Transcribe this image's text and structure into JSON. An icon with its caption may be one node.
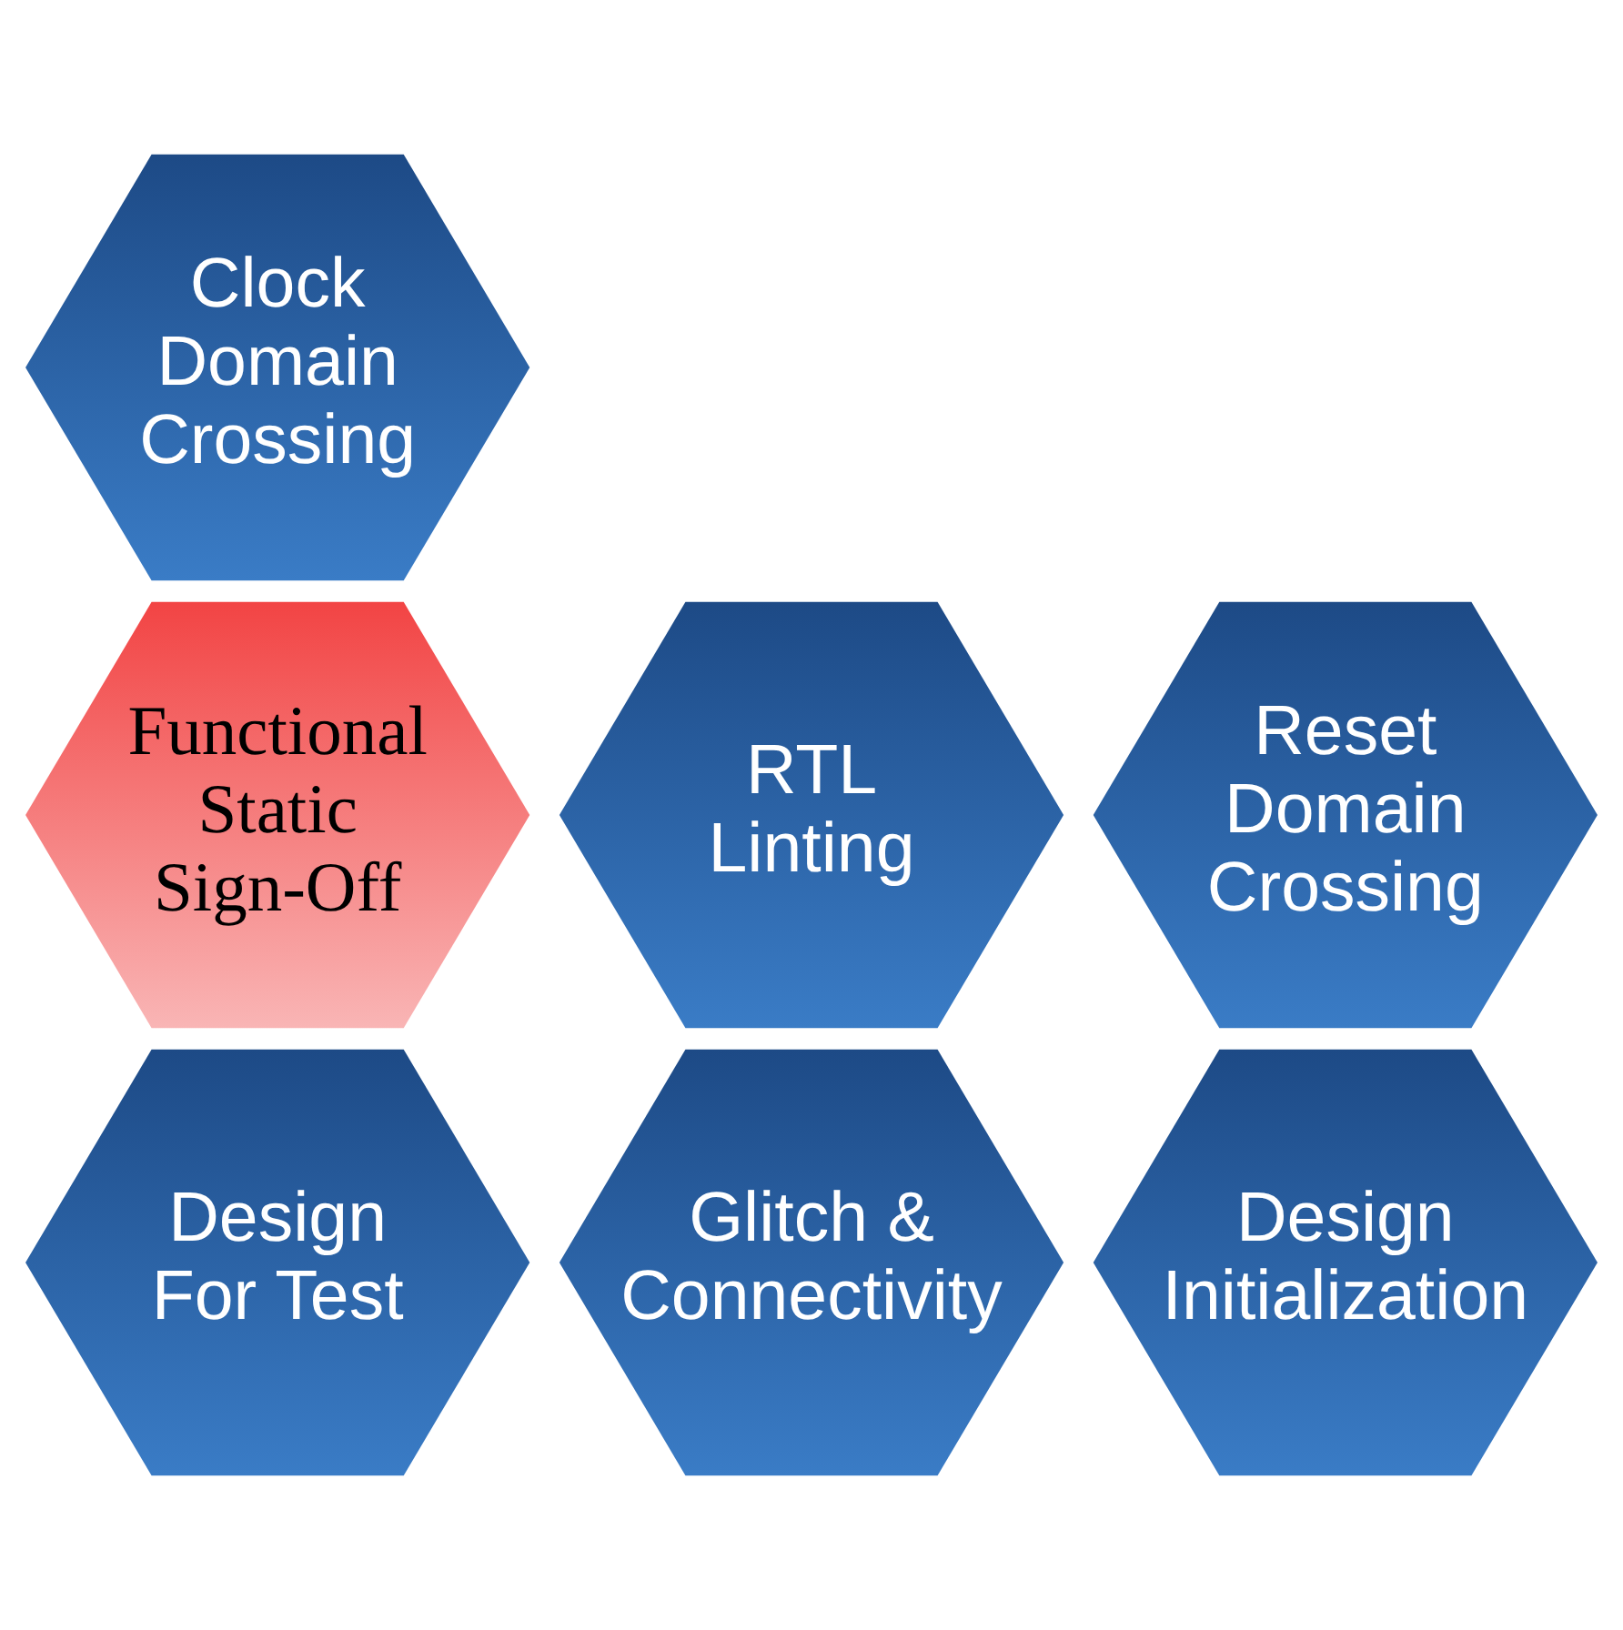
{
  "diagram": {
    "nodes": [
      {
        "text": [
          "Clock Domain Crossing"
        ]
      },
      {
        "text": [
          "RTL Linting"
        ]
      },
      {
        "text": [
          "Reset Domain Crossing"
        ]
      },
      {
        "text": [
          "Functional Static Sign-Off"
        ]
      },
      {
        "text": [
          "Glitch & Connectivity"
        ]
      },
      {
        "text": [
          "Design Initialization"
        ]
      },
      {
        "text": [
          "Design For Test"
        ]
      }
    ]
  }
}
